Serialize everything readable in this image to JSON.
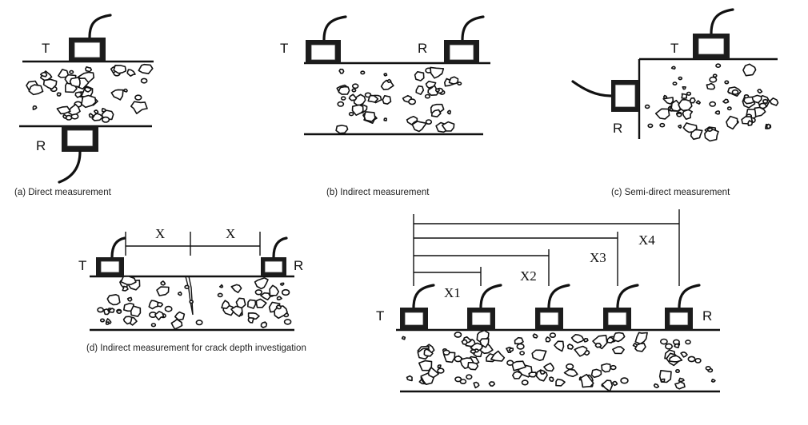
{
  "panels": {
    "a": {
      "caption": "(a) Direct measurement",
      "transmitter": "T",
      "receiver": "R"
    },
    "b": {
      "caption": "(b) Indirect measurement",
      "transmitter": "T",
      "receiver": "R"
    },
    "c": {
      "caption": "(c) Semi-direct measurement",
      "transmitter": "T",
      "receiver": "R"
    },
    "d": {
      "caption": "(d) Indirect measurement for crack depth investigation",
      "transmitter": "T",
      "receiver": "R",
      "spacing_left": "X",
      "spacing_right": "X"
    },
    "e": {
      "transmitter": "T",
      "receiver": "R",
      "distances": [
        "X1",
        "X2",
        "X3",
        "X4"
      ]
    }
  }
}
